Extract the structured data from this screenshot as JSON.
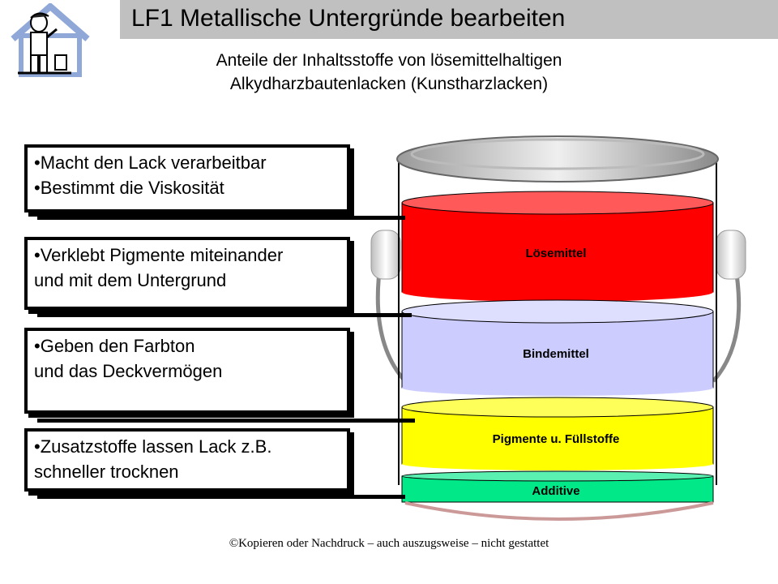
{
  "header": {
    "title": "LF1 Metallische Untergründe bearbeiten"
  },
  "subtitle": {
    "line1": "Anteile der Inhaltsstoffe von lösemittelhaltigen",
    "line2": "Alkydharzbautenlacken (Kunstharzlacken)"
  },
  "boxes": [
    {
      "lines": [
        "•Macht den Lack verarbeitbar",
        "•Bestimmt die Viskosität"
      ]
    },
    {
      "lines": [
        "•Verklebt Pigmente miteinander",
        "und mit dem Untergrund"
      ]
    },
    {
      "lines": [
        "•Geben den Farbton",
        "und das Deckvermögen"
      ]
    },
    {
      "lines": [
        "•Zusatzstoffe lassen Lack z.B.",
        "schneller trocknen"
      ]
    }
  ],
  "layers": [
    {
      "label": "Lösemittel",
      "color": "#ff0000"
    },
    {
      "label": "Bindemittel",
      "color": "#ccccff"
    },
    {
      "label": "Pigmente u. Füllstoffe",
      "color": "#ffff00"
    },
    {
      "label": "Additive",
      "color": "#00e887"
    }
  ],
  "footer": {
    "text": "©Kopieren oder Nachdruck – auch auszugsweise – nicht gestattet"
  },
  "icons": {
    "logo": "painter-house-icon"
  }
}
